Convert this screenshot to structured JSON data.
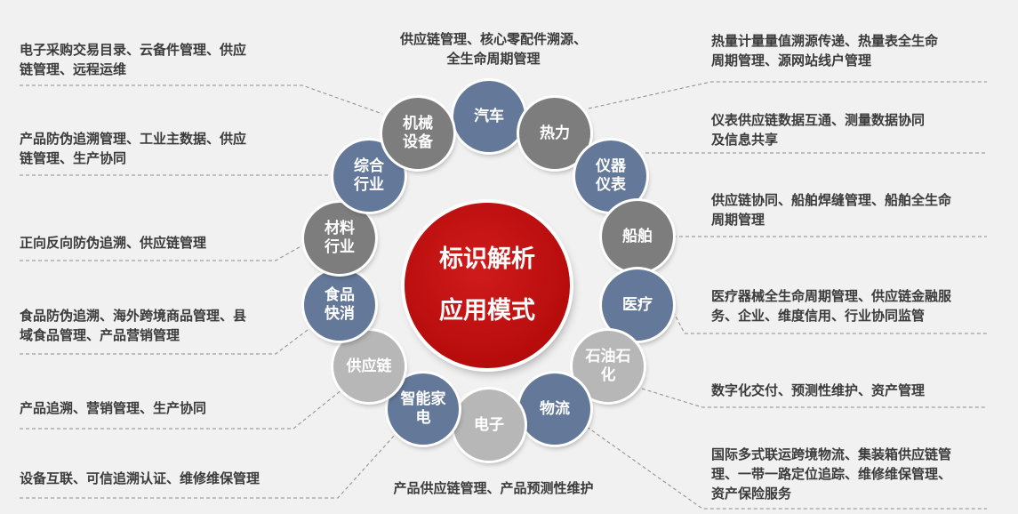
{
  "center": {
    "line1": "标识解析",
    "line2": "应用模式",
    "color": "#c00d0d"
  },
  "colors": {
    "blue": "#64799a",
    "dark_gray": "#7d7d7d",
    "light_gray": "#b7b7b7",
    "connector": "#8a8a8a"
  },
  "nodes": [
    {
      "key": "auto",
      "label": "汽车",
      "tone": "blue"
    },
    {
      "key": "thermal",
      "label": "热力",
      "tone": "dark_gray"
    },
    {
      "key": "instrument",
      "label": "仪器\n仪表",
      "tone": "blue"
    },
    {
      "key": "ship",
      "label": "船舶",
      "tone": "dark_gray"
    },
    {
      "key": "medical",
      "label": "医疗",
      "tone": "blue"
    },
    {
      "key": "petrochem",
      "label": "石油石\n化",
      "tone": "light_gray"
    },
    {
      "key": "logistics",
      "label": "物流",
      "tone": "blue"
    },
    {
      "key": "electronics",
      "label": "电子",
      "tone": "light_gray"
    },
    {
      "key": "smart_home",
      "label": "智能家\n电",
      "tone": "blue"
    },
    {
      "key": "supply_chain",
      "label": "供应链",
      "tone": "light_gray"
    },
    {
      "key": "fmcg",
      "label": "食品\n快消",
      "tone": "blue"
    },
    {
      "key": "materials",
      "label": "材料\n行业",
      "tone": "dark_gray"
    },
    {
      "key": "comprehensive",
      "label": "综合\n行业",
      "tone": "blue"
    },
    {
      "key": "machinery",
      "label": "机械\n设备",
      "tone": "dark_gray"
    }
  ],
  "descriptions": {
    "auto": "供应链管理、核心零配件溯源、\n全生命周期管理",
    "thermal": "热量计量量值溯源传递、热量表全生命\n周期管理、源网站线户管理",
    "instrument": "仪表供应链数据互通、测量数据协同\n及信息共享",
    "ship": "供应链协同、船舶焊缝管理、船舶全生命\n周期管理",
    "medical": "医疗器械全生命周期管理、供应链金融服\n务、企业、维度信用、行业协同监管",
    "petrochem": "数字化交付、预测性维护、资产管理",
    "logistics": "国际多式联运跨境物流、集装箱供应链管\n理、一带一路定位追踪、维修维保管理、\n资产保险服务",
    "electronics": "产品供应链管理、产品预测性维护",
    "smart_home": "设备互联、可信追溯认证、维修维保管理",
    "supply_chain": "产品追溯、营销管理、生产协同",
    "fmcg": "食品防伪追溯、海外跨境商品管理、县\n域食品管理、产品营销管理",
    "materials": "正向反向防伪追溯、供应链管理",
    "comprehensive": "产品防伪追溯管理、工业主数据、供应\n链管理、生产协同",
    "machinery": "电子采购交易目录、云备件管理、供应\n链管理、远程运维"
  }
}
